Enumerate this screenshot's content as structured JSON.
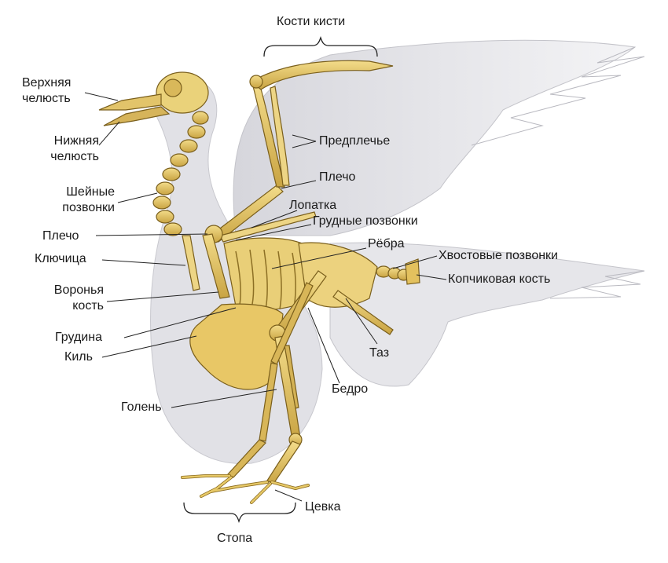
{
  "labels": {
    "hand_bones": "Кости кисти",
    "upper_jaw": "Верхняя\nчелюсть",
    "lower_jaw": "Нижняя\nчелюсть",
    "forearm": "Предплечье",
    "shoulder_upper": "Плечо",
    "neck_vertebrae": "Шейные\nпозвонки",
    "scapula": "Лопатка",
    "thoracic_vertebrae": "Грудные позвонки",
    "shoulder_left": "Плечо",
    "ribs": "Рёбра",
    "clavicle": "Ключица",
    "tail_vertebrae": "Хвостовые позвонки",
    "coracoid": "Воронья\nкость",
    "pygostyle": "Копчиковая кость",
    "sternum": "Грудина",
    "pelvis": "Таз",
    "keel": "Киль",
    "femur": "Бедро",
    "tibia": "Голень",
    "tarsus": "Цевка",
    "foot": "Стопа"
  },
  "colors": {
    "bone": "#e7c968",
    "bone_shade": "#b8952f",
    "bone_outline": "#7a5f1c",
    "silhouette": "#e2e2e6",
    "silhouette_edge": "#bdbdc4",
    "leader": "#222222"
  }
}
